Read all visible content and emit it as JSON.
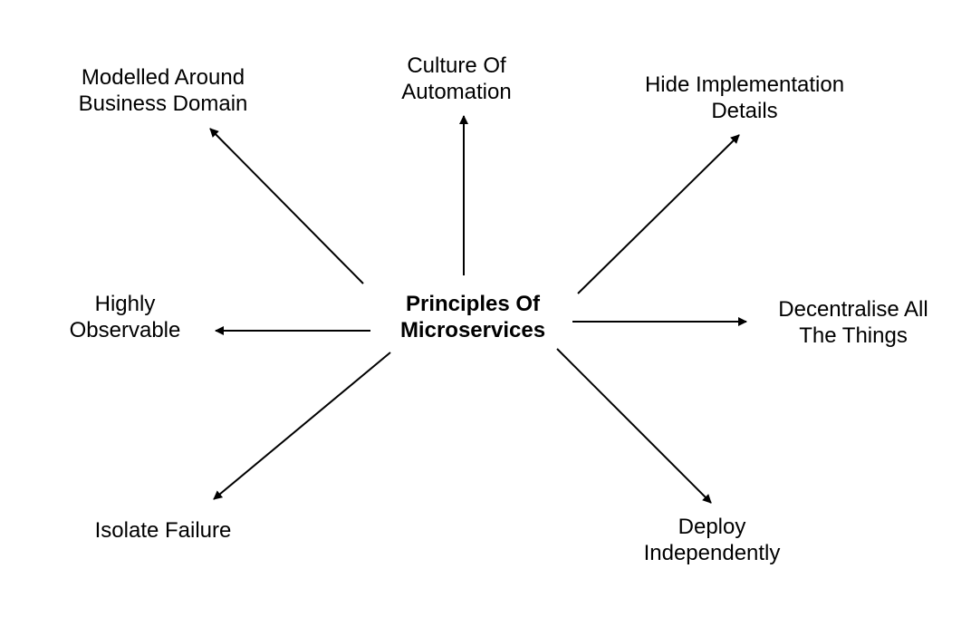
{
  "center": {
    "line1": "Principles Of",
    "line2": "Microservices"
  },
  "principles": [
    {
      "name": "modelled-around-business-domain",
      "line1": "Modelled Around",
      "line2": "Business Domain"
    },
    {
      "name": "culture-of-automation",
      "line1": "Culture Of",
      "line2": "Automation"
    },
    {
      "name": "hide-implementation-details",
      "line1": "Hide Implementation",
      "line2": "Details"
    },
    {
      "name": "decentralise-all-the-things",
      "line1": "Decentralise All",
      "line2": "The Things"
    },
    {
      "name": "deploy-independently",
      "line1": "Deploy",
      "line2": "Independently"
    },
    {
      "name": "isolate-failure",
      "line1": "Isolate Failure"
    },
    {
      "name": "highly-observable",
      "line1": "Highly",
      "line2": "Observable"
    }
  ],
  "colors": {
    "ink": "#000000",
    "background": "#ffffff"
  }
}
